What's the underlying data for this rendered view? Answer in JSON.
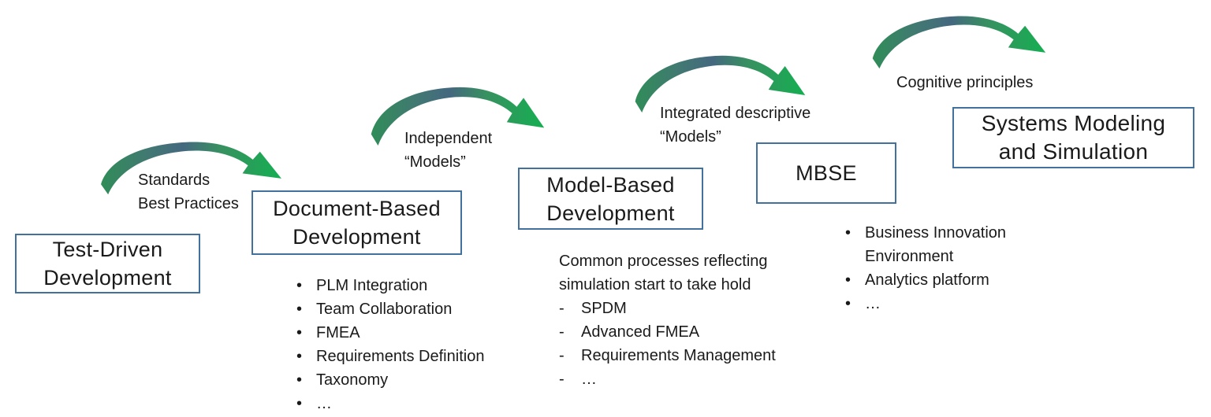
{
  "stages": [
    {
      "title": "Test-Driven\nDevelopment"
    },
    {
      "title": "Document-Based\nDevelopment",
      "bullets": [
        "PLM Integration",
        "Team Collaboration",
        "FMEA",
        "Requirements Definition",
        "Taxonomy",
        "…"
      ]
    },
    {
      "title": "Model-Based\nDevelopment",
      "note": "Common processes reflecting\nsimulation start to take hold",
      "dash_items": [
        "SPDM",
        "Advanced FMEA",
        "Requirements Management",
        "…"
      ]
    },
    {
      "title": "MBSE",
      "bullets": [
        "Business Innovation\nEnvironment",
        "Analytics platform",
        "…"
      ]
    },
    {
      "title": "Systems Modeling\nand Simulation"
    }
  ],
  "arrows": [
    {
      "label": "Standards\nBest Practices"
    },
    {
      "label": "Independent\n“Models”"
    },
    {
      "label": "Integrated descriptive\n“Models”"
    },
    {
      "label": "Cognitive principles"
    }
  ],
  "markers": {
    "bullet": "•",
    "dash": "-"
  },
  "colors": {
    "box_border": "#41719C",
    "arrow_tail_green": "#2E8F55",
    "arrow_mid_teal": "#44687F",
    "arrow_head_green": "#12B150",
    "text": "#1A1A1A",
    "background": "#FFFFFF"
  }
}
